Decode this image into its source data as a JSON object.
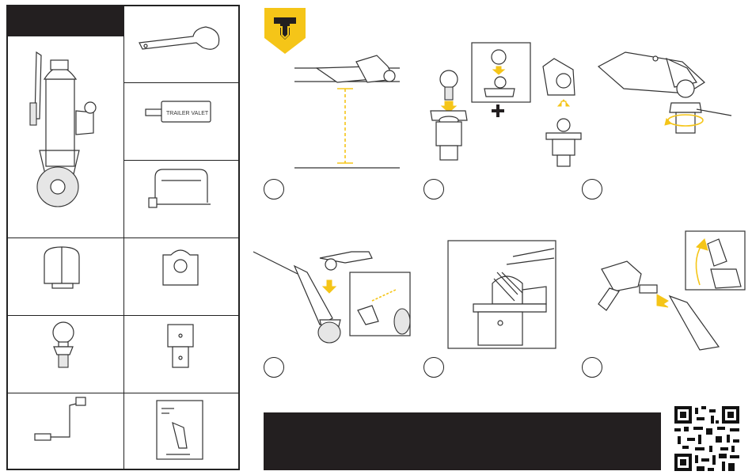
{
  "brand": {
    "logo": "trailer-valet-shield-logo",
    "accent_color": "#f5c518",
    "dark_color": "#231f20"
  },
  "parts": [
    {
      "name": "jack-unit",
      "icon": "trailer-jack-with-wheel"
    },
    {
      "name": "spanner-wrench",
      "icon": "hook-spanner-wrench"
    },
    {
      "name": "socket-adapter",
      "icon": "socket-adapter-bar",
      "label": "TRAILER VALET"
    },
    {
      "name": "lock-pin",
      "icon": "hitch-lock-pin"
    },
    {
      "name": "ball-cap",
      "icon": "split-ball-cap"
    },
    {
      "name": "mount-plate",
      "icon": "square-plate-with-notch"
    },
    {
      "name": "hitch-ball",
      "icon": "hitch-ball"
    },
    {
      "name": "mount-bracket",
      "icon": "bracket-with-holes"
    },
    {
      "name": "crank-handle",
      "icon": "crank-handle"
    },
    {
      "name": "manual-booklet",
      "icon": "instruction-manual"
    }
  ],
  "steps": [
    {
      "number": "",
      "icon": "measure-coupler-height"
    },
    {
      "number": "",
      "icon": "install-ball-on-mount"
    },
    {
      "number": "",
      "icon": "rotate-to-tighten"
    },
    {
      "number": "",
      "icon": "attach-jack-to-coupler"
    },
    {
      "number": "",
      "icon": "coupler-detail-closeup"
    },
    {
      "number": "",
      "icon": "drill-crank-raise"
    }
  ],
  "qr": {
    "icon": "qr-code"
  }
}
